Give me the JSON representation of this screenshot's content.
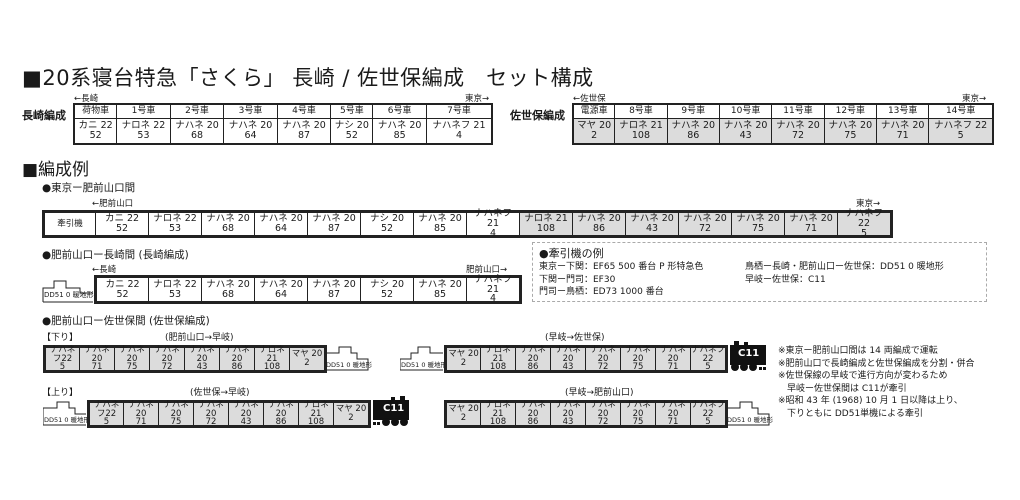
{
  "title": "■20系寝台特急「さくら」 長崎 / 佐世保編成　セット構成",
  "set_composition": {
    "nagasaki": {
      "label": "長崎編成",
      "left_dir": "←長崎",
      "right_dir": "東京→",
      "headers": [
        "荷物車",
        "1号車",
        "2号車",
        "3号車",
        "4号車",
        "5号車",
        "6号車",
        "7号車"
      ],
      "cars": [
        {
          "type": "カニ 22",
          "no": "52"
        },
        {
          "type": "ナロネ 22",
          "no": "53"
        },
        {
          "type": "ナハネ 20",
          "no": "68"
        },
        {
          "type": "ナハネ 20",
          "no": "64"
        },
        {
          "type": "ナハネ 20",
          "no": "87"
        },
        {
          "type": "ナシ 20",
          "no": "52"
        },
        {
          "type": "ナハネ 20",
          "no": "85"
        },
        {
          "type": "ナハネフ 21",
          "no": "4"
        }
      ]
    },
    "sasebo": {
      "label": "佐世保編成",
      "left_dir": "←佐世保",
      "right_dir": "東京→",
      "headers": [
        "電源車",
        "8号車",
        "9号車",
        "10号車",
        "11号車",
        "12号車",
        "13号車",
        "14号車"
      ],
      "cars": [
        {
          "type": "マヤ 20",
          "no": "2"
        },
        {
          "type": "ナロネ 21",
          "no": "108"
        },
        {
          "type": "ナハネ 20",
          "no": "86"
        },
        {
          "type": "ナハネ 20",
          "no": "43"
        },
        {
          "type": "ナハネ 20",
          "no": "72"
        },
        {
          "type": "ナハネ 20",
          "no": "75"
        },
        {
          "type": "ナハネ 20",
          "no": "71"
        },
        {
          "type": "ナハネフ 22",
          "no": "5"
        }
      ]
    }
  },
  "examples": {
    "heading": "■編成例",
    "tokyo_hizen": {
      "heading": "●東京ー肥前山口間",
      "left_dir": "←肥前山口",
      "right_dir": "東京→",
      "loco": "牽引機",
      "cars_white": [
        {
          "type": "カニ 22",
          "no": "52"
        },
        {
          "type": "ナロネ 22",
          "no": "53"
        },
        {
          "type": "ナハネ 20",
          "no": "68"
        },
        {
          "type": "ナハネ 20",
          "no": "64"
        },
        {
          "type": "ナハネ 20",
          "no": "87"
        },
        {
          "type": "ナシ 20",
          "no": "52"
        },
        {
          "type": "ナハネ 20",
          "no": "85"
        },
        {
          "type": "ナハネフ 21",
          "no": "4"
        }
      ],
      "cars_gray": [
        {
          "type": "ナロネ 21",
          "no": "108"
        },
        {
          "type": "ナハネ 20",
          "no": "86"
        },
        {
          "type": "ナハネ 20",
          "no": "43"
        },
        {
          "type": "ナハネ 20",
          "no": "72"
        },
        {
          "type": "ナハネ 20",
          "no": "75"
        },
        {
          "type": "ナハネ 20",
          "no": "71"
        },
        {
          "type": "ナハネフ 22",
          "no": "5"
        }
      ]
    },
    "hizen_nagasaki": {
      "heading": "●肥前山口ー長崎間 (長崎編成)",
      "left_dir": "←長崎",
      "right_dir": "肥前山口→",
      "loco": "DD51 0 暖地形",
      "cars": [
        {
          "type": "カニ 22",
          "no": "52"
        },
        {
          "type": "ナロネ 22",
          "no": "53"
        },
        {
          "type": "ナハネ 20",
          "no": "68"
        },
        {
          "type": "ナハネ 20",
          "no": "64"
        },
        {
          "type": "ナハネ 20",
          "no": "87"
        },
        {
          "type": "ナシ 20",
          "no": "52"
        },
        {
          "type": "ナハネ 20",
          "no": "85"
        },
        {
          "type": "ナハネフ 21",
          "no": "4"
        }
      ]
    },
    "locomotives": {
      "heading": "●牽引機の例",
      "lines": [
        "東京ー下関：EF65 500 番台 P 形特急色",
        "下関ー門司：EF30",
        "門司ー鳥栖：ED73 1000 番台"
      ],
      "lines_right": [
        "鳥栖ー長崎・肥前山口ー佐世保：DD51 0 暖地形",
        "早岐ー佐世保：C11"
      ]
    },
    "hizen_sasebo": {
      "heading": "●肥前山口ー佐世保間 (佐世保編成)",
      "down": {
        "label": "【下り】",
        "seg1": "(肥前山口→早岐)",
        "seg2": "(早岐→佐世保)",
        "cars_rev": [
          {
            "type": "ナハネフ22",
            "no": "5"
          },
          {
            "type": "ナハネ 20",
            "no": "71"
          },
          {
            "type": "ナハネ 20",
            "no": "75"
          },
          {
            "type": "ナハネ 20",
            "no": "72"
          },
          {
            "type": "ナハネ 20",
            "no": "43"
          },
          {
            "type": "ナハネ 20",
            "no": "86"
          },
          {
            "type": "ナロネ 21",
            "no": "108"
          },
          {
            "type": "マヤ 20",
            "no": "2"
          }
        ],
        "cars_fwd": [
          {
            "type": "マヤ 20",
            "no": "2"
          },
          {
            "type": "ナロネ 21",
            "no": "108"
          },
          {
            "type": "ナハネ 20",
            "no": "86"
          },
          {
            "type": "ナハネ 20",
            "no": "43"
          },
          {
            "type": "ナハネ 20",
            "no": "72"
          },
          {
            "type": "ナハネ 20",
            "no": "75"
          },
          {
            "type": "ナハネ 20",
            "no": "71"
          },
          {
            "type": "ナハネフ 22",
            "no": "5"
          }
        ]
      },
      "up": {
        "label": "【上り】",
        "seg1": "(佐世保→早岐)",
        "seg2": "(早岐→肥前山口)"
      },
      "dd51": "DD51 0 暖地形",
      "c11": "C11"
    }
  },
  "notes": [
    "※東京ー肥前山口間は 14 両編成で運転",
    "※肥前山口で長崎編成と佐世保編成を分割・併合",
    "※佐世保線の早岐で進行方向が変わるため",
    "　早岐ー佐世保間は C11が牽引",
    "※昭和 43 年 (1968) 10 月 1 日以降は上り、",
    "　下りともに DD51単機による牽引"
  ]
}
